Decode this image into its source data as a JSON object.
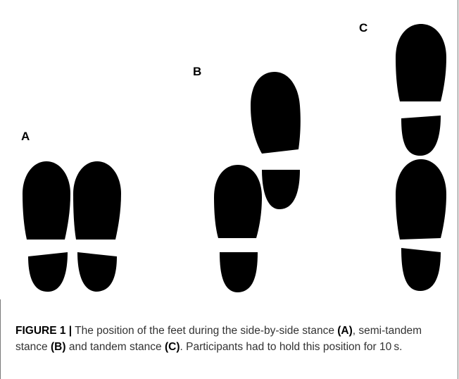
{
  "figure": {
    "panels": [
      {
        "label": "A"
      },
      {
        "label": "B"
      },
      {
        "label": "C"
      }
    ]
  },
  "caption": {
    "figure_label": "FIGURE 1",
    "separator": "|",
    "text_1": " The position of the feet during the side-by-side stance ",
    "ref_a": "(A)",
    "text_2": ", semi-tandem stance ",
    "ref_b": "(B)",
    "text_3": " and tandem stance ",
    "ref_c": "(C)",
    "text_4": ". Participants had to hold this position for 10 s."
  },
  "colors": {
    "footprint": "#000000",
    "caption_text": "#333333",
    "frame": "#7a7a7a"
  }
}
